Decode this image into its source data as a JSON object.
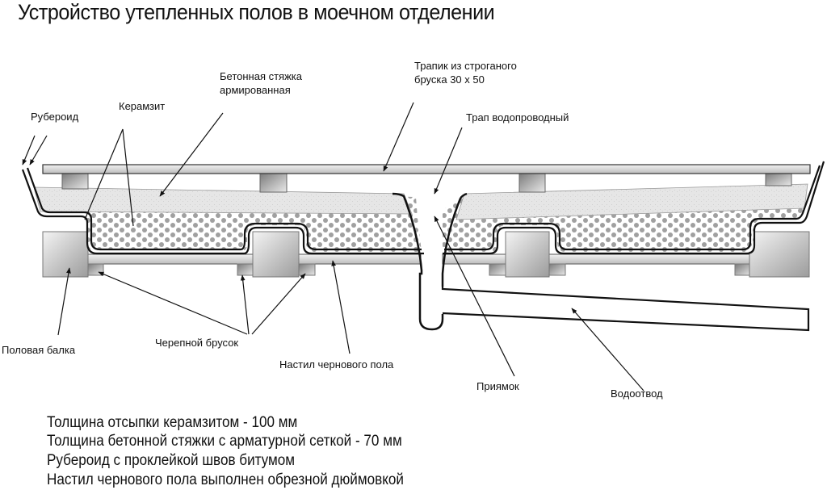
{
  "title": "Устройство утепленных полов в моечном  отделении",
  "labels": {
    "ruberoid": "Рубероид",
    "keramzit": "Керамзит",
    "screed_line1": "Бетонная стяжка",
    "screed_line2": "армированная",
    "trapik_line1": "Трапик из строганого",
    "trapik_line2": "бруска 30 х 50",
    "trap": "Трап водопроводный",
    "beam": "Половая балка",
    "cranial_bar": "Черепной брусок",
    "subfloor": "Настил чернового пола",
    "sump": "Приямок",
    "drain": "Водоотвод"
  },
  "notes": [
    "Толщина отсыпки керамзитом - 100 мм",
    "Толщина бетонной стяжки с арматурной сеткой - 70 мм",
    "Рубероид с проклейкой  швов битумом",
    "Настил чернового пола выполнен обрезной дюймовкой"
  ],
  "colors": {
    "line": "#111111",
    "screed": "#e4e4e4",
    "dots": "#a0a0a0",
    "wood_light": "#eeeeee",
    "wood_dark": "#9a9a9a"
  }
}
